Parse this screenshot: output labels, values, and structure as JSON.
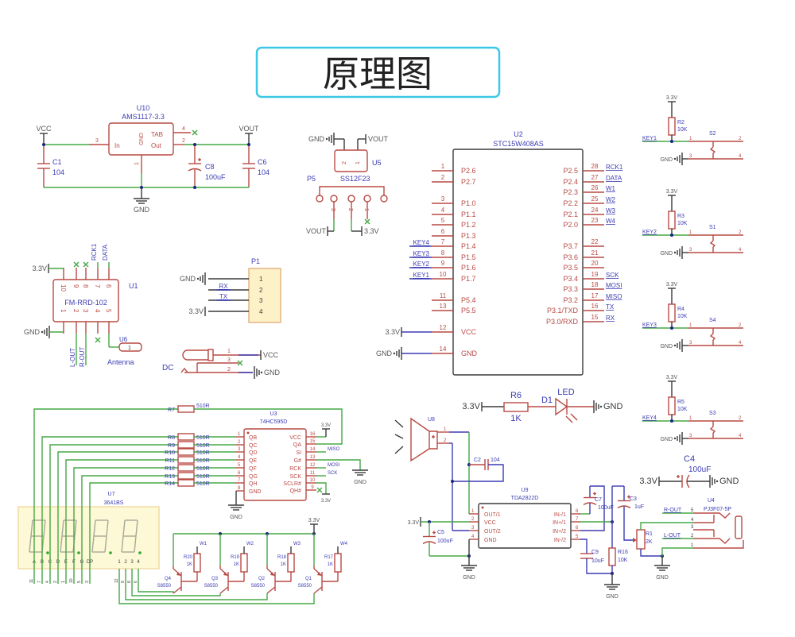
{
  "title": "原理图",
  "net": {
    "gnd": "GND",
    "vcc": "VCC",
    "vout": "VOUT",
    "v33": "3.3V"
  },
  "u10": {
    "ref": "U10",
    "part": "AMS1117-3.3",
    "pin_in": "3",
    "pin_gnd": "1",
    "pin_tab": "4",
    "pin_out": "2",
    "lbl_in": "In",
    "lbl_gnd": "GND",
    "lbl_tab": "TAB",
    "lbl_out": "Out"
  },
  "c1": {
    "ref": "C1",
    "val": "104"
  },
  "c8": {
    "ref": "C8",
    "val": "100uF"
  },
  "c6": {
    "ref": "C6",
    "val": "104"
  },
  "u5": {
    "ref": "U5",
    "pin2": "2",
    "pin1": "1"
  },
  "p5": {
    "ref": "P5",
    "part": "SS12F23",
    "pins": [
      "3",
      "2",
      "1"
    ]
  },
  "u2": {
    "ref": "U2",
    "part": "STC15W408AS",
    "left": [
      {
        "num": "1",
        "name": "P2.6",
        "net": ""
      },
      {
        "num": "2",
        "name": "P2.7",
        "net": ""
      },
      {
        "num": "3",
        "name": "P1.0",
        "net": ""
      },
      {
        "num": "4",
        "name": "P1.1",
        "net": ""
      },
      {
        "num": "5",
        "name": "P1.2",
        "net": ""
      },
      {
        "num": "6",
        "name": "P1.3",
        "net": ""
      },
      {
        "num": "7",
        "name": "P1.4",
        "net": "KEY4"
      },
      {
        "num": "8",
        "name": "P1.5",
        "net": "KEY3"
      },
      {
        "num": "9",
        "name": "P1.6",
        "net": "KEY2"
      },
      {
        "num": "10",
        "name": "P1.7",
        "net": "KEY1"
      },
      {
        "num": "11",
        "name": "P5.4",
        "net": ""
      },
      {
        "num": "13",
        "name": "P5.5",
        "net": ""
      },
      {
        "num": "12",
        "name": "VCC",
        "net": "3.3V"
      },
      {
        "num": "14",
        "name": "GND",
        "net": "GND"
      }
    ],
    "right": [
      {
        "num": "28",
        "name": "P2.5",
        "net": "RCK1"
      },
      {
        "num": "27",
        "name": "P2.4",
        "net": "DATA"
      },
      {
        "num": "26",
        "name": "P2.3",
        "net": "W1"
      },
      {
        "num": "25",
        "name": "P2.2",
        "net": "W2"
      },
      {
        "num": "24",
        "name": "P2.1",
        "net": "W3"
      },
      {
        "num": "23",
        "name": "P2.0",
        "net": "W4"
      },
      {
        "num": "22",
        "name": "P3.7",
        "net": ""
      },
      {
        "num": "21",
        "name": "P3.6",
        "net": ""
      },
      {
        "num": "20",
        "name": "P3.5",
        "net": ""
      },
      {
        "num": "19",
        "name": "P3.4",
        "net": "SCK"
      },
      {
        "num": "18",
        "name": "P3.3",
        "net": "MOSI"
      },
      {
        "num": "17",
        "name": "P3.2",
        "net": "MISO"
      },
      {
        "num": "16",
        "name": "P3.1/TXD",
        "net": "TX"
      },
      {
        "num": "15",
        "name": "P3.0/RXD",
        "net": "RX"
      }
    ]
  },
  "u1": {
    "ref": "U1",
    "part": "FM-RRD-102",
    "top_pins": [
      "10",
      "9",
      "8",
      "7",
      "6"
    ],
    "bottom_pins": [
      "1",
      "2",
      "3",
      "4",
      "5"
    ],
    "net_rck": "RCK1",
    "net_data": "DATA",
    "net_lout": "L-OUT",
    "net_rout": "R-OUT"
  },
  "u6": {
    "ref": "U6",
    "pin": "1",
    "name": "Antenna"
  },
  "p1": {
    "ref": "P1",
    "pins": [
      "1",
      "2",
      "3",
      "4"
    ],
    "nets": [
      "GND",
      "RX",
      "TX",
      "3.3V"
    ]
  },
  "dc": {
    "ref": "DC",
    "pins": [
      "1",
      "3",
      "2"
    ]
  },
  "keys": [
    {
      "switch": "S2",
      "res": "R2",
      "val": "10K",
      "net": "KEY1",
      "pins": [
        "1",
        "2",
        "3",
        "4"
      ]
    },
    {
      "switch": "S1",
      "res": "R3",
      "val": "10K",
      "net": "KEY2",
      "pins": [
        "1",
        "2",
        "3",
        "4"
      ]
    },
    {
      "switch": "S4",
      "res": "R4",
      "val": "10K",
      "net": "KEY3",
      "pins": [
        "1",
        "2",
        "3",
        "4"
      ]
    },
    {
      "switch": "S3",
      "res": "R5",
      "val": "10K",
      "net": "KEY4",
      "pins": [
        "1",
        "2",
        "3",
        "4"
      ]
    }
  ],
  "led": {
    "res": "R6",
    "res_val": "1K",
    "ref": "D1",
    "name": "LED"
  },
  "c4": {
    "ref": "C4",
    "val": "100uF"
  },
  "u3": {
    "ref": "U3",
    "part": "74HC595D",
    "left": [
      {
        "num": "1",
        "name": "QB"
      },
      {
        "num": "2",
        "name": "QC"
      },
      {
        "num": "3",
        "name": "QD"
      },
      {
        "num": "4",
        "name": "QE"
      },
      {
        "num": "5",
        "name": "QF"
      },
      {
        "num": "6",
        "name": "QG"
      },
      {
        "num": "7",
        "name": "QH"
      },
      {
        "num": "8",
        "name": "GND"
      }
    ],
    "right": [
      {
        "num": "16",
        "name": "VCC"
      },
      {
        "num": "15",
        "name": "QA"
      },
      {
        "num": "14",
        "name": "SI"
      },
      {
        "num": "13",
        "name": "G#"
      },
      {
        "num": "12",
        "name": "RCK"
      },
      {
        "num": "11",
        "name": "SCK"
      },
      {
        "num": "10",
        "name": "SCLR#"
      },
      {
        "num": "9",
        "name": "QH#"
      }
    ],
    "net_miso": "MISO",
    "net_mosi": "MOSI",
    "net_sck": "SCK"
  },
  "res510": [
    {
      "ref": "R7",
      "val": "510R"
    },
    {
      "ref": "R8",
      "val": "510R"
    },
    {
      "ref": "R9",
      "val": "510R"
    },
    {
      "ref": "R10",
      "val": "510R"
    },
    {
      "ref": "R11",
      "val": "510R"
    },
    {
      "ref": "R12",
      "val": "510R"
    },
    {
      "ref": "R13",
      "val": "510R"
    },
    {
      "ref": "R14",
      "val": "510R"
    }
  ],
  "u7": {
    "ref": "U7",
    "part": "3641BS",
    "seg_names": [
      "A",
      "B",
      "C",
      "D",
      "E",
      "F",
      "G",
      "DP"
    ],
    "seg_pins": [
      "11",
      "7",
      "4",
      "2",
      "1",
      "10",
      "5",
      "3"
    ],
    "digit_names": [
      "1",
      "2",
      "3",
      "4"
    ],
    "digit_pins": [
      "12",
      "9",
      "8",
      "6"
    ]
  },
  "drivers": [
    {
      "q": "Q4",
      "q_part": "S8550",
      "r": "R20",
      "r_val": "1K",
      "net": "W1"
    },
    {
      "q": "Q3",
      "q_part": "S8550",
      "r": "R19",
      "r_val": "1K",
      "net": "W2"
    },
    {
      "q": "Q2",
      "q_part": "S8550",
      "r": "R18",
      "r_val": "1K",
      "net": "W3"
    },
    {
      "q": "Q1",
      "q_part": "S8550",
      "r": "R17",
      "r_val": "1K",
      "net": "W4"
    }
  ],
  "u8": {
    "ref": "U8",
    "pins": [
      "1",
      "2"
    ]
  },
  "c2": {
    "ref": "C2",
    "val": "104"
  },
  "u9": {
    "ref": "U9",
    "part": "TDA2822D",
    "left": [
      {
        "num": "1",
        "name": "OUT/1"
      },
      {
        "num": "2",
        "name": "VCC"
      },
      {
        "num": "3",
        "name": "OUT/2"
      },
      {
        "num": "4",
        "name": "GND"
      }
    ],
    "right": [
      {
        "num": "8",
        "name": "IN-/1"
      },
      {
        "num": "7",
        "name": "IN+/1"
      },
      {
        "num": "6",
        "name": "IN+/2"
      },
      {
        "num": "5",
        "name": "IN-/2"
      }
    ]
  },
  "c5": {
    "ref": "C5",
    "val": "100uF"
  },
  "c7": {
    "ref": "C7",
    "val": "100uF"
  },
  "c3": {
    "ref": "C3",
    "val": "1uF"
  },
  "c9": {
    "ref": "C9",
    "val": "10uF"
  },
  "r16": {
    "ref": "R16",
    "val": "10K"
  },
  "r1": {
    "ref": "R1",
    "val": "2K"
  },
  "u4": {
    "ref": "U4",
    "part": "PJ3F07-5P",
    "pins": [
      "5",
      "4",
      "3",
      "2",
      "1"
    ],
    "net_rout": "R-OUT",
    "net_lout": "L-OUT"
  }
}
